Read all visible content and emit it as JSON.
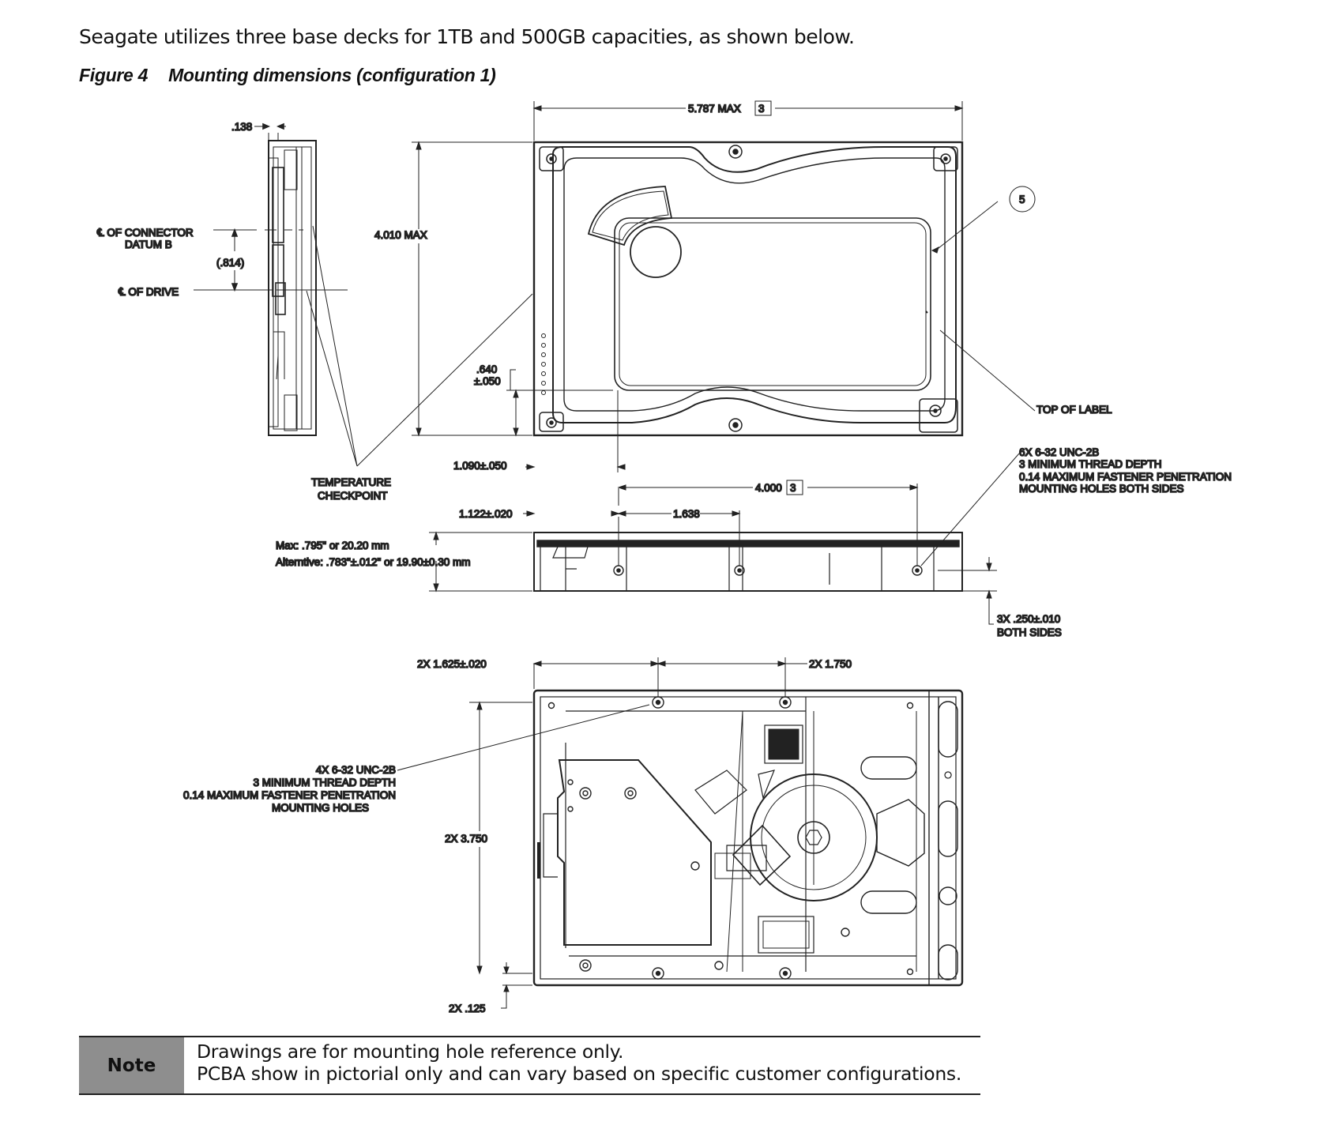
{
  "intro_text": "Seagate utilizes three base decks for 1TB and 500GB capacities, as shown below.",
  "figure": {
    "number": "Figure 4",
    "caption": "Mounting dimensions (configuration 1)"
  },
  "dims": {
    "d138": ".138",
    "d5787": "5.787 MAX",
    "d5787_ref": "3",
    "d4010": "4.010 MAX",
    "balloon5": "5",
    "cl_connector_1": "℄ OF CONNECTOR",
    "cl_connector_2": "DATUM B",
    "d814": "(.814)",
    "cl_drive": "℄ OF DRIVE",
    "d640_1": ".640",
    "d640_2": "±.050",
    "top_label": "TOP OF LABEL",
    "d1090": "1.090±.050",
    "temp_1": "TEMPERATURE",
    "temp_2": "CHECKPOINT",
    "d4000": "4.000",
    "d4000_ref": "3",
    "side_holes_1": "6X 6-32 UNC-2B",
    "side_holes_2": "3 MINIMUM THREAD DEPTH",
    "side_holes_3": "0.14 MAXIMUM FASTENER PENETRATION",
    "side_holes_4": "MOUNTING HOLES BOTH SIDES",
    "d1122": "1.122±.020",
    "d1638": "1.638",
    "height_max": "Max: .795\" or 20.20 mm",
    "height_alt": "Alterntive: .783\"±.012\" or 19.90±0.30 mm",
    "d250_1": "3X .250±.010",
    "d250_2": "BOTH SIDES",
    "d1625": "2X 1.625±.020",
    "d1750": "2X 1.750",
    "bottom_holes_1": "4X 6-32 UNC-2B",
    "bottom_holes_2": "3 MINIMUM THREAD DEPTH",
    "bottom_holes_3": "0.14 MAXIMUM FASTENER PENETRATION",
    "bottom_holes_4": "MOUNTING HOLES",
    "d3750": "2X 3.750",
    "d125": "2X .125"
  },
  "note": {
    "label": "Note",
    "line1": "Drawings are for mounting hole reference only.",
    "line2": "PCBA show in pictorial only and can vary based on specific customer configurations."
  }
}
